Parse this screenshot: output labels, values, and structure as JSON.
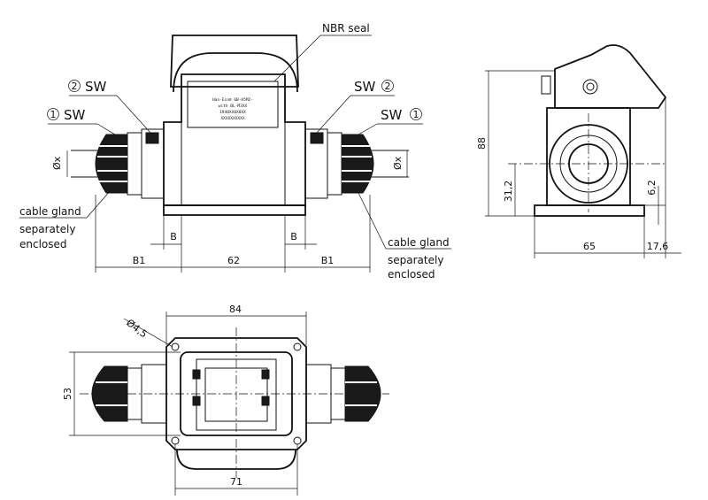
{
  "front": {
    "nbr_seal": "NBR seal",
    "sw2": "SW",
    "sw1": "SW",
    "num_1": "1",
    "num_2": "2",
    "phi_x": "Øx",
    "cable_gland": "cable gland",
    "separately": "separately",
    "enclosed": "enclosed",
    "label_text_1": "Han-Eco® 6B-H5M2-",
    "label_text_2": "with BL-M3XX",
    "label_text_3": "1940XX0X0XX",
    "label_text_4": "XXXXXXXXXX",
    "dim_b": "B",
    "dim_b1": "B1",
    "dim_62": "62"
  },
  "side": {
    "dim_88": "88",
    "dim_31_2": "31,2",
    "dim_6_2": "6,2",
    "dim_65": "65",
    "dim_17_6": "17,6"
  },
  "bottom": {
    "dim_84": "84",
    "dim_4_5": "Ø4,5",
    "dim_53": "53",
    "dim_71": "71"
  },
  "colors": {
    "line": "#111111",
    "background": "#ffffff",
    "fill_dark": "#1a1a1a"
  }
}
